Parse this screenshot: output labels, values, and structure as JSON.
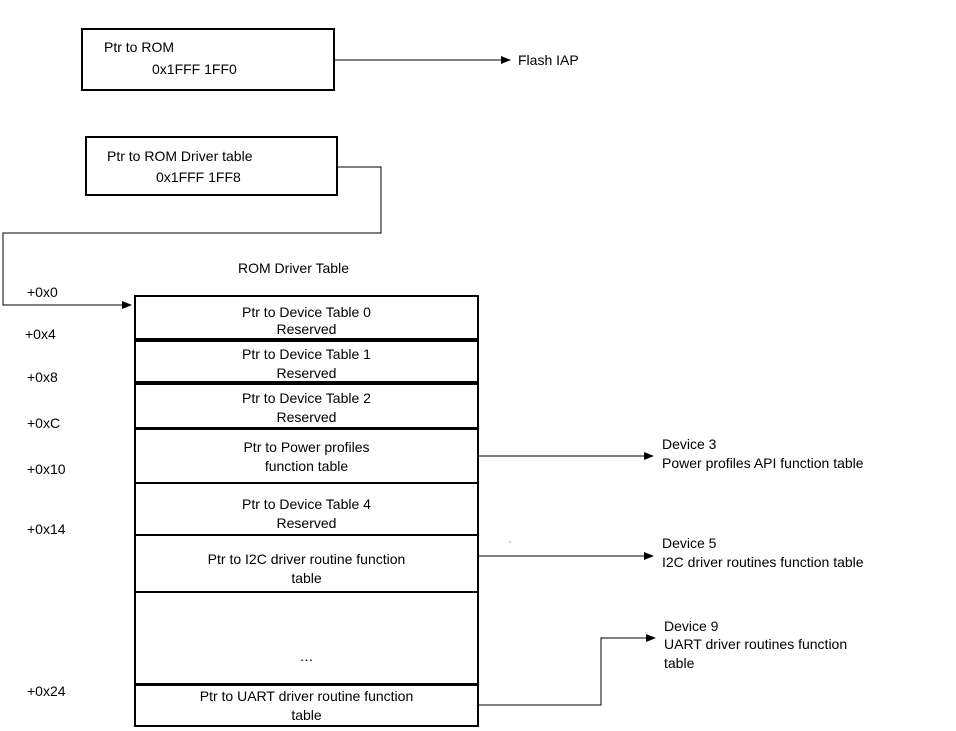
{
  "top_pointers": {
    "rom": {
      "label": "Ptr to ROM",
      "address": "0x1FFF 1FF0",
      "target": "Flash IAP"
    },
    "driver_table": {
      "label": "Ptr to ROM Driver table",
      "address": "0x1FFF 1FF8"
    }
  },
  "driver_table": {
    "title": "ROM Driver Table",
    "offsets": [
      "+0x0",
      "+0x4",
      "+0x8",
      "+0xC",
      "+0x10",
      "+0x14",
      "+0x24"
    ],
    "rows": [
      {
        "line1": "Ptr to Device Table 0",
        "line2": "Reserved"
      },
      {
        "line1": "Ptr to Device Table 1",
        "line2": "Reserved"
      },
      {
        "line1": "Ptr to Device Table 2",
        "line2": "Reserved"
      },
      {
        "line1": "Ptr to Power profiles",
        "line2": "function table"
      },
      {
        "line1": "Ptr to Device Table 4",
        "line2": "Reserved"
      },
      {
        "line1": "Ptr to I2C driver routine function",
        "line2": "table"
      },
      {
        "line1": "…",
        "line2": ""
      },
      {
        "line1": "Ptr to UART driver routine function",
        "line2": "table"
      }
    ]
  },
  "targets": [
    {
      "line1": "Device 3",
      "line2": "Power profiles API function table",
      "line3": ""
    },
    {
      "line1": "Device 5",
      "line2": "I2C driver routines function table",
      "line3": ""
    },
    {
      "line1": "Device 9",
      "line2": "UART driver routines function",
      "line3": "table"
    }
  ]
}
